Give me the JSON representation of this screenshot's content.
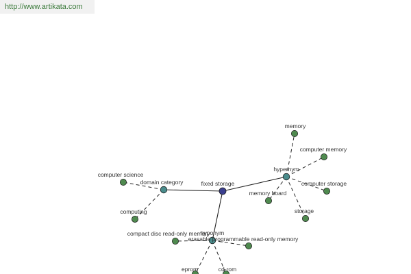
{
  "header": {
    "url": "http://www.artikata.com"
  },
  "colors": {
    "center_node": "#3b3f8f",
    "relation_node": "#4a8c8c",
    "leaf_node": "#4f8a4f",
    "edge": "#222222"
  },
  "graph": {
    "center": {
      "id": "fixed-storage",
      "label": "fixed storage",
      "kind": "center"
    },
    "relations": [
      {
        "id": "hypernym",
        "label": "hypernym",
        "kind": "relation"
      },
      {
        "id": "domain-category",
        "label": "domain category",
        "kind": "relation"
      },
      {
        "id": "hyponym",
        "label": "hyponym",
        "kind": "relation"
      }
    ],
    "leaves": [
      {
        "id": "memory",
        "label": "memory",
        "relation": "hypernym"
      },
      {
        "id": "computer-memory",
        "label": "computer memory",
        "relation": "hypernym"
      },
      {
        "id": "computer-storage",
        "label": "computer storage",
        "relation": "hypernym"
      },
      {
        "id": "storage",
        "label": "storage",
        "relation": "hypernym"
      },
      {
        "id": "memory-board",
        "label": "memory board",
        "relation": "hypernym"
      },
      {
        "id": "computer-science",
        "label": "computer science",
        "relation": "domain-category"
      },
      {
        "id": "computing",
        "label": "computing",
        "relation": "domain-category"
      },
      {
        "id": "compact-disc",
        "label": "compact disc read-only memory",
        "relation": "hyponym"
      },
      {
        "id": "eprom-long",
        "label": "erasable programmable read-only memory",
        "relation": "hyponym"
      },
      {
        "id": "eprom",
        "label": "eprom",
        "relation": "hyponym"
      },
      {
        "id": "cd-rom",
        "label": "cd-rom",
        "relation": "hyponym"
      }
    ]
  }
}
